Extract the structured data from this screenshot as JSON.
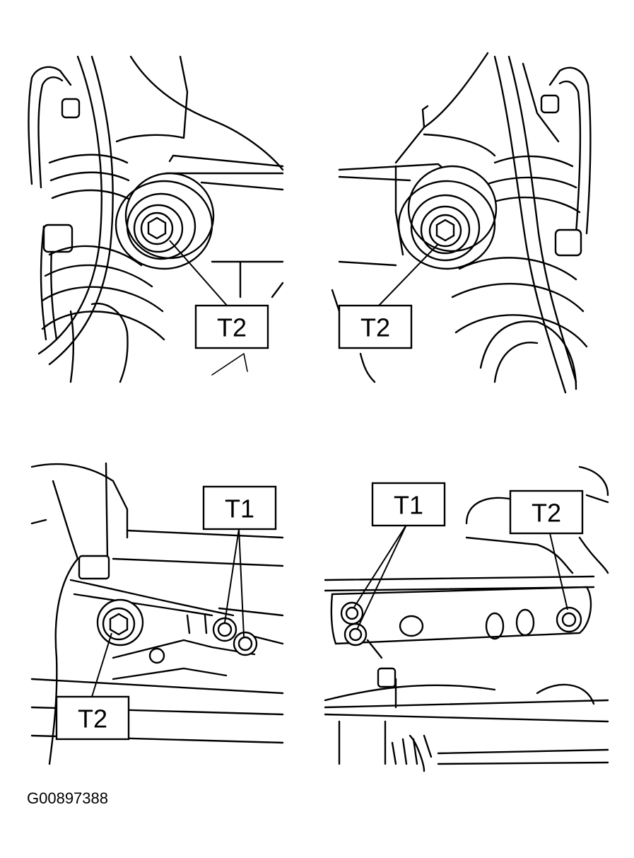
{
  "figure_id": "G00897388",
  "panels": [
    {
      "name": "top-left",
      "callouts": [
        {
          "label": "T2"
        }
      ]
    },
    {
      "name": "top-right",
      "callouts": [
        {
          "label": "T2"
        }
      ]
    },
    {
      "name": "bottom-left",
      "callouts": [
        {
          "label": "T1"
        },
        {
          "label": "T2"
        }
      ]
    },
    {
      "name": "bottom-right",
      "callouts": [
        {
          "label": "T1"
        },
        {
          "label": "T2"
        }
      ]
    }
  ]
}
